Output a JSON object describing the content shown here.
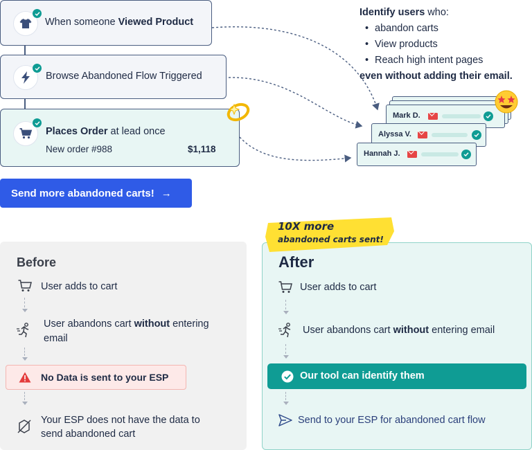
{
  "flow": {
    "trigger1": {
      "prefix": "When someone ",
      "bold": "Viewed Product"
    },
    "trigger2": {
      "text": "Browse Abandoned Flow Triggered"
    },
    "trigger3": {
      "bold": "Places Order",
      "suffix": " at lead once",
      "order_label": "New order #988",
      "amount": "$1,118"
    }
  },
  "identify": {
    "heading_bold": "Identify users",
    "heading_rest": " who:",
    "bullets": [
      "abandon carts",
      "View products",
      "Reach high intent pages"
    ],
    "footer": "even without adding their email."
  },
  "users": [
    {
      "name": "Mark D."
    },
    {
      "name": "Alyssa V."
    },
    {
      "name": "Hannah J."
    }
  ],
  "cta": {
    "label": "Send more abandoned carts!",
    "arrow": "→"
  },
  "badge": {
    "line1": "10X more",
    "line2": "abandoned carts sent!"
  },
  "before": {
    "title": "Before",
    "step1": "User adds to cart",
    "step2_pre": "User abandons cart ",
    "step2_bold": "without",
    "step2_post": " entering",
    "step2_line2": "email",
    "alert": "No Data is sent to your ESP",
    "step4_line1": "Your ESP does not have the data to",
    "step4_line2": "send abandoned cart"
  },
  "after": {
    "title": "After",
    "step1": "User adds to cart",
    "step2_pre": "User abandons cart ",
    "step2_bold": "without",
    "step2_post": " entering email",
    "highlight": "Our tool can identify them",
    "step4": "Send to your ESP for abandoned cart flow"
  },
  "colors": {
    "accent": "#2f5be7",
    "teal": "#0f9c94",
    "navy": "#1e2a44",
    "alert_red": "#e43d3d"
  },
  "icons": [
    "tshirt-icon",
    "lightning-icon",
    "cart-icon",
    "check-icon",
    "mail-icon",
    "emoji-star-eyes-icon",
    "sparkle-icon",
    "runner-icon",
    "warning-icon",
    "no-data-icon",
    "send-icon",
    "arrow-right-icon"
  ]
}
